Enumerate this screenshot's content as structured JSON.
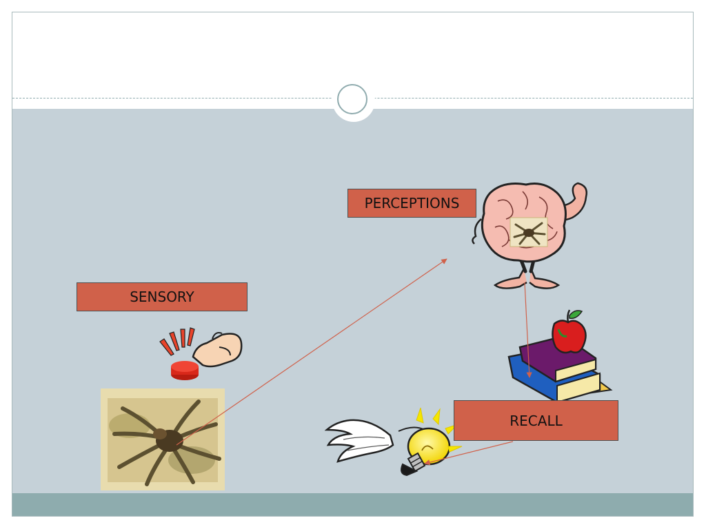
{
  "slide": {
    "colors": {
      "content_bg": "#c5d1d8",
      "footer_bg": "#8eacae",
      "accent_line": "#8fabae",
      "label_fill": "#d0614a",
      "arrow": "#d0614a"
    }
  },
  "labels": {
    "sensory": "SENSORY",
    "perceptions": "PERCEPTIONS",
    "recall": "RECALL"
  },
  "clipart": [
    "spider-photo",
    "button-press-hand",
    "muscular-brain",
    "books-with-apple",
    "winged-lightbulb"
  ]
}
